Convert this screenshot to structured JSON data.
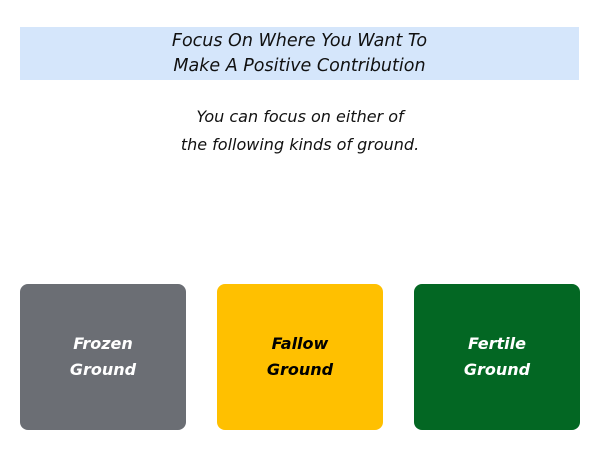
{
  "title": {
    "line1": "Focus On Where You Want To",
    "line2": "Make A Positive Contribution"
  },
  "subtitle": {
    "line1": "You can focus on either of",
    "line2": "the following kinds of ground."
  },
  "boxes": [
    {
      "line1": "Frozen",
      "line2": "Ground",
      "color": "#6b6e74",
      "text_color": "#ffffff"
    },
    {
      "line1": "Fallow",
      "line2": "Ground",
      "color": "#ffc000",
      "text_color": "#000000"
    },
    {
      "line1": "Fertile",
      "line2": "Ground",
      "color": "#036723",
      "text_color": "#ffffff"
    }
  ]
}
